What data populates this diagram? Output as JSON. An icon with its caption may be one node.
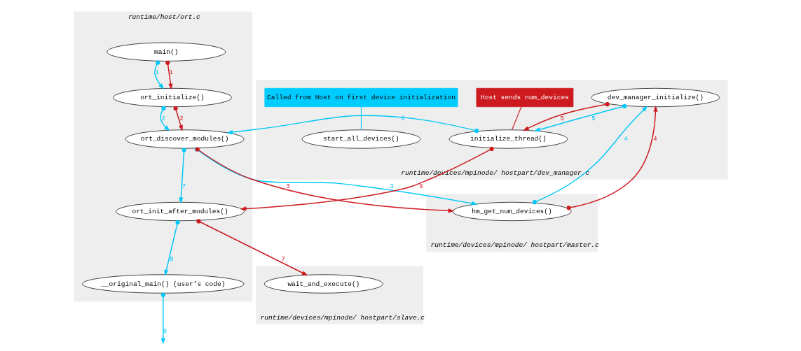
{
  "diagram": {
    "nodes": [
      {
        "text": [
          "runtime/host/ort.c"
        ]
      },
      {
        "text": [
          "main()"
        ],
        "in": 0
      },
      {
        "text": [
          "ort_initialize()"
        ],
        "in": 0
      },
      {
        "text": [
          "ort_discover_modules()"
        ],
        "in": 0
      },
      {
        "text": [
          "ort_init_after_modules()"
        ],
        "in": 0
      },
      {
        "text": [
          "__original_main() (user’s code)"
        ],
        "in": 0
      },
      {
        "text": [
          "runtime/devices/mpinode/ hostpart/master.c"
        ]
      },
      {
        "text": [
          "hm_get_num_devices()"
        ],
        "in": 6
      },
      {
        "text": [
          "runtime/devices/mpinode/ hostpart/slave.c"
        ]
      },
      {
        "text": [
          "wait_and_execute()"
        ],
        "in": 8
      },
      {
        "text": [
          "runtime/devices/mpinode/ hostpart/dev_manager.c"
        ]
      },
      {
        "text": [
          "Called from Host on first device initialization"
        ],
        "in": 10
      },
      {
        "text": [
          "Host sends num_devices"
        ],
        "in": 10
      },
      {
        "text": [
          "dev_manager_initialize()"
        ],
        "in": 10
      },
      {
        "text": [
          "initialize_thread()"
        ],
        "in": 10
      },
      {
        "text": [
          "start_all_devices()"
        ],
        "in": 10
      }
    ],
    "edges": [
      {
        "from": 1,
        "to": 2,
        "arrow": "to",
        "label": "1",
        "color": "#00c8f8"
      },
      {
        "from": 2,
        "to": 3,
        "arrow": "to",
        "label": "2",
        "color": "#00c8f8"
      },
      {
        "from": 3,
        "to": 7,
        "arrow": "to",
        "label": "3",
        "color": "#00c8f8"
      },
      {
        "from": 7,
        "to": 13,
        "arrow": "to",
        "label": "4",
        "color": "#00c8f8"
      },
      {
        "from": 13,
        "to": 14,
        "arrow": "to",
        "label": "5",
        "color": "#00c8f8"
      },
      {
        "from": 14,
        "to": 3,
        "arrow": "to",
        "label": "6",
        "color": "#00c8f8"
      },
      {
        "from": 3,
        "to": 4,
        "arrow": "to",
        "label": "7",
        "color": "#00c8f8"
      },
      {
        "from": 4,
        "to": 5,
        "arrow": "to",
        "label": "8",
        "color": "#00c8f8"
      },
      {
        "from": 5,
        "to": null,
        "arrow": "to",
        "label": "9",
        "color": "#00c8f8"
      },
      {
        "from": 1,
        "to": 2,
        "arrow": "to",
        "label": "1",
        "color": "#cc1a1f"
      },
      {
        "from": 2,
        "to": 3,
        "arrow": "to",
        "label": "2",
        "color": "#cc1a1f"
      },
      {
        "from": 3,
        "to": 7,
        "arrow": "to",
        "label": "3",
        "color": "#cc1a1f"
      },
      {
        "from": 7,
        "to": 13,
        "arrow": "to",
        "label": "4",
        "color": "#cc1a1f"
      },
      {
        "from": 13,
        "to": 14,
        "arrow": "to",
        "label": "5",
        "color": "#cc1a1f"
      },
      {
        "from": 14,
        "to": 4,
        "arrow": "to",
        "label": "6",
        "color": "#cc1a1f"
      },
      {
        "from": 4,
        "to": 9,
        "arrow": "to",
        "label": "7",
        "color": "#cc1a1f"
      },
      {
        "from": 12,
        "to": 14,
        "arrow": "none",
        "color": "#cc1a1f"
      },
      {
        "from": 11,
        "to": 15,
        "arrow": "none",
        "color": "#00c8f8"
      }
    ]
  }
}
